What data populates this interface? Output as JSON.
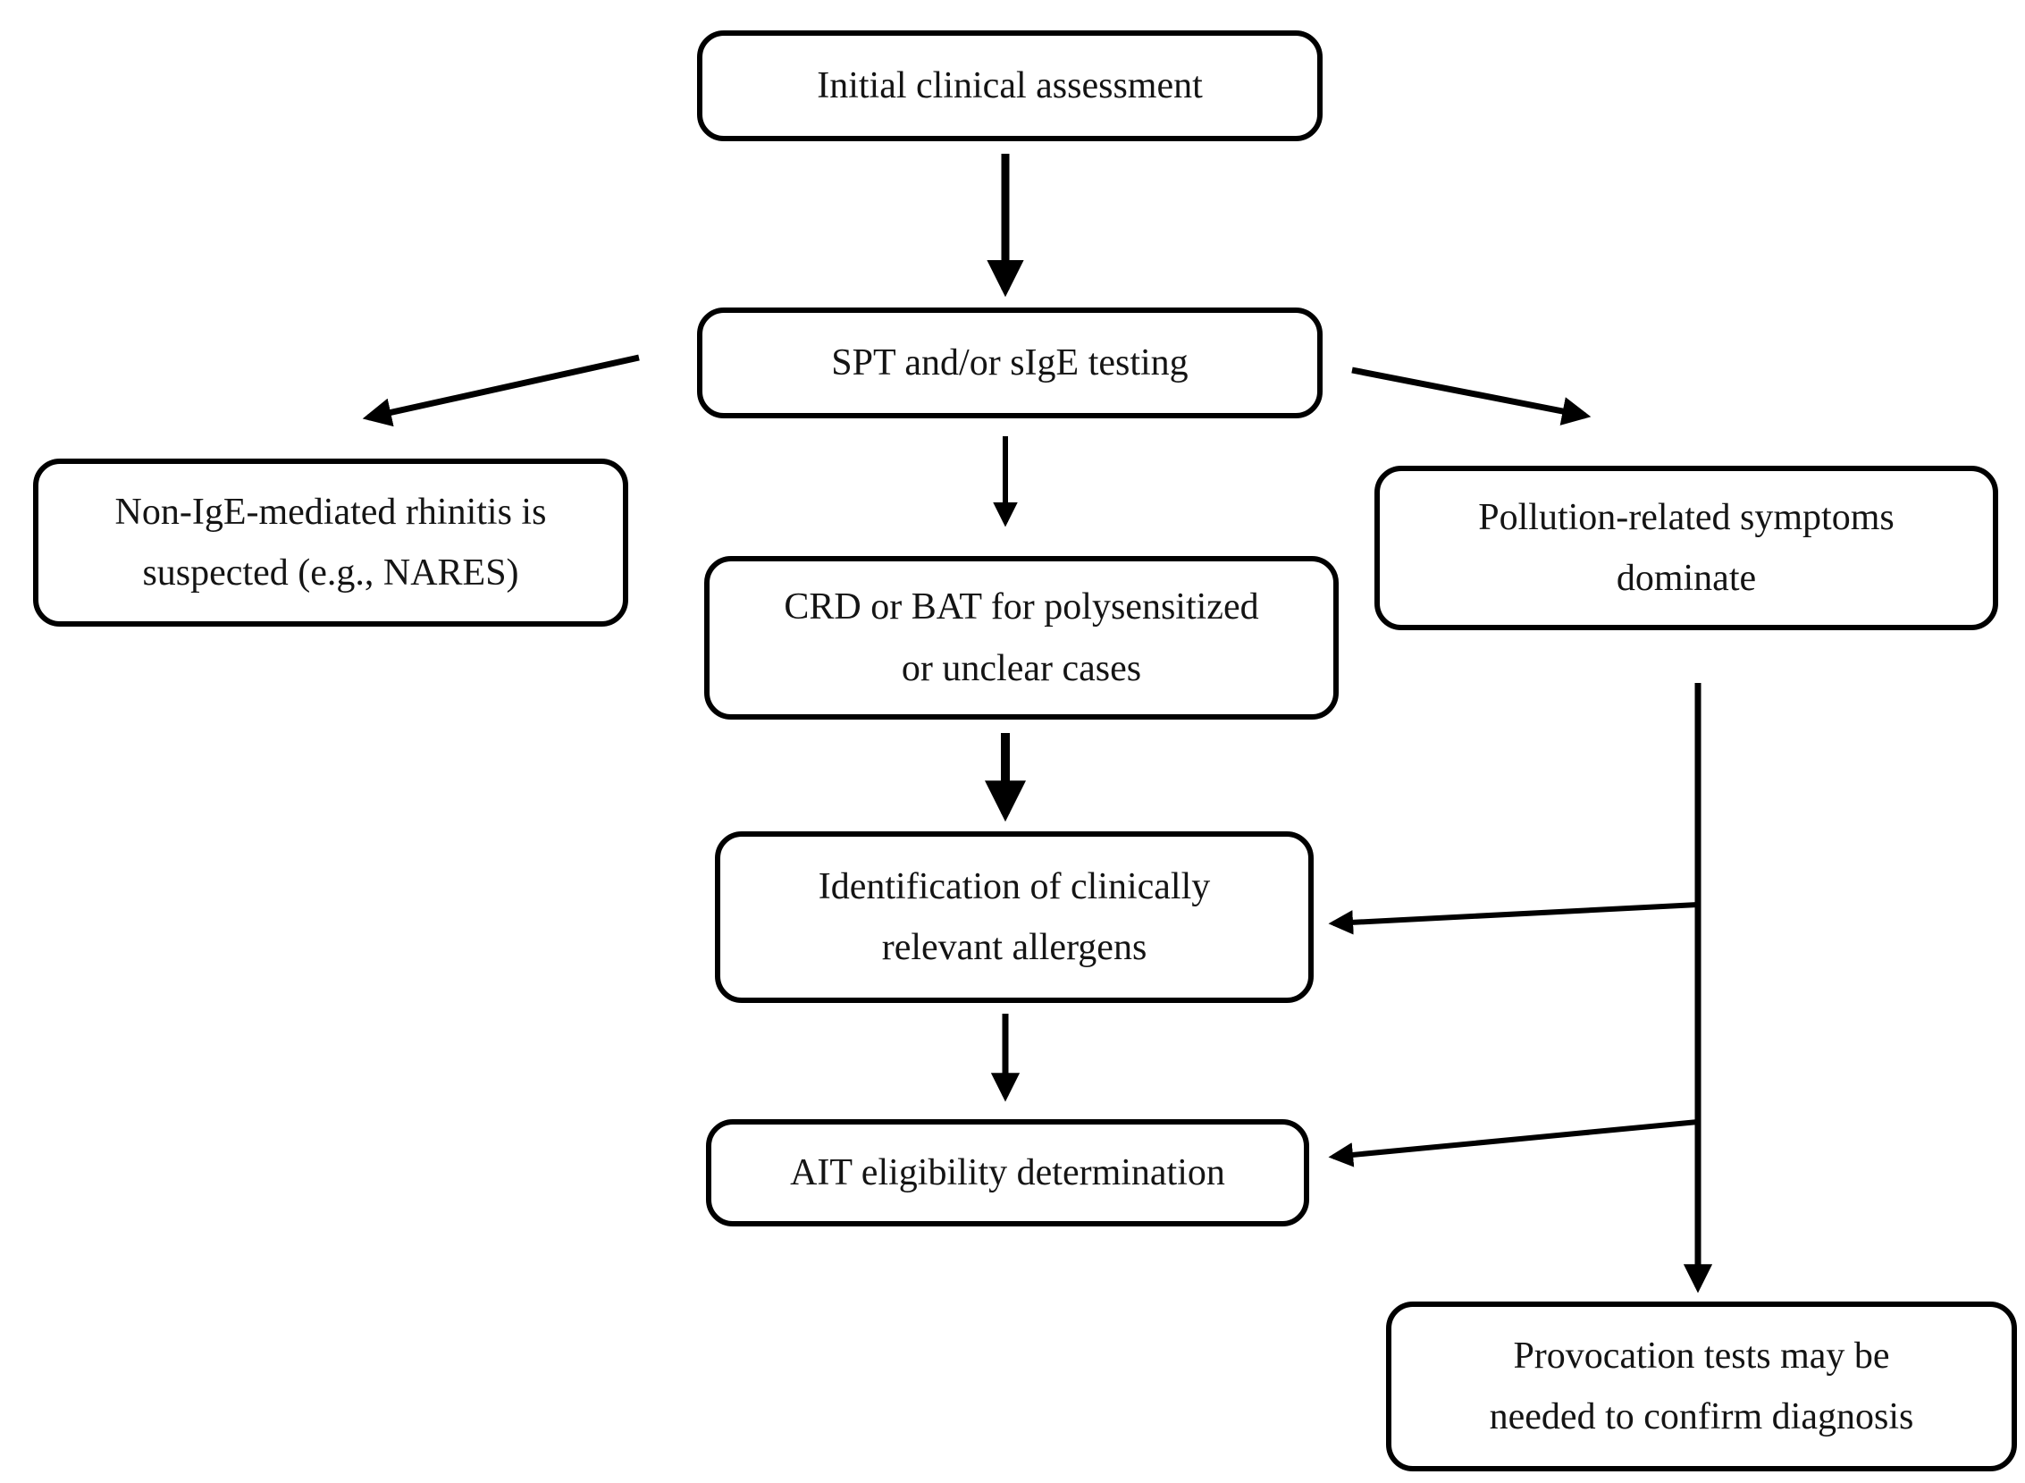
{
  "diagram": {
    "type": "flowchart",
    "background": "#ffffff",
    "colors": {
      "box_border": "#000000",
      "box_fill": "#ffffff",
      "text": "#141414",
      "connector": "#000000"
    },
    "nodes": {
      "initial": {
        "label": "Initial clinical assessment"
      },
      "spt": {
        "label": "SPT and/or sIgE testing"
      },
      "non_ige": {
        "label": "Non-IgE-mediated rhinitis is\nsuspected (e.g., NARES)"
      },
      "pollution": {
        "label": "Pollution-related symptoms\ndominate"
      },
      "crd": {
        "label": "CRD or BAT for polysensitized\nor unclear cases"
      },
      "identification": {
        "label": "Identification of clinically\nrelevant allergens"
      },
      "ait": {
        "label": "AIT eligibility determination"
      },
      "provocation": {
        "label": "Provocation tests may be\nneeded to confirm diagnosis"
      }
    },
    "edges": [
      {
        "from": "initial",
        "to": "spt",
        "style": "arrow"
      },
      {
        "from": "spt",
        "to": "non_ige",
        "style": "arrow"
      },
      {
        "from": "spt",
        "to": "pollution",
        "style": "arrow"
      },
      {
        "from": "spt",
        "to": "crd",
        "style": "arrow"
      },
      {
        "from": "crd",
        "to": "identification",
        "style": "arrow"
      },
      {
        "from": "identification",
        "to": "ait",
        "style": "arrow"
      },
      {
        "from": "pollution",
        "to": "identification",
        "style": "arrow"
      },
      {
        "from": "pollution",
        "to": "ait",
        "style": "arrow"
      },
      {
        "from": "pollution",
        "to": "provocation",
        "style": "arrow"
      }
    ]
  }
}
